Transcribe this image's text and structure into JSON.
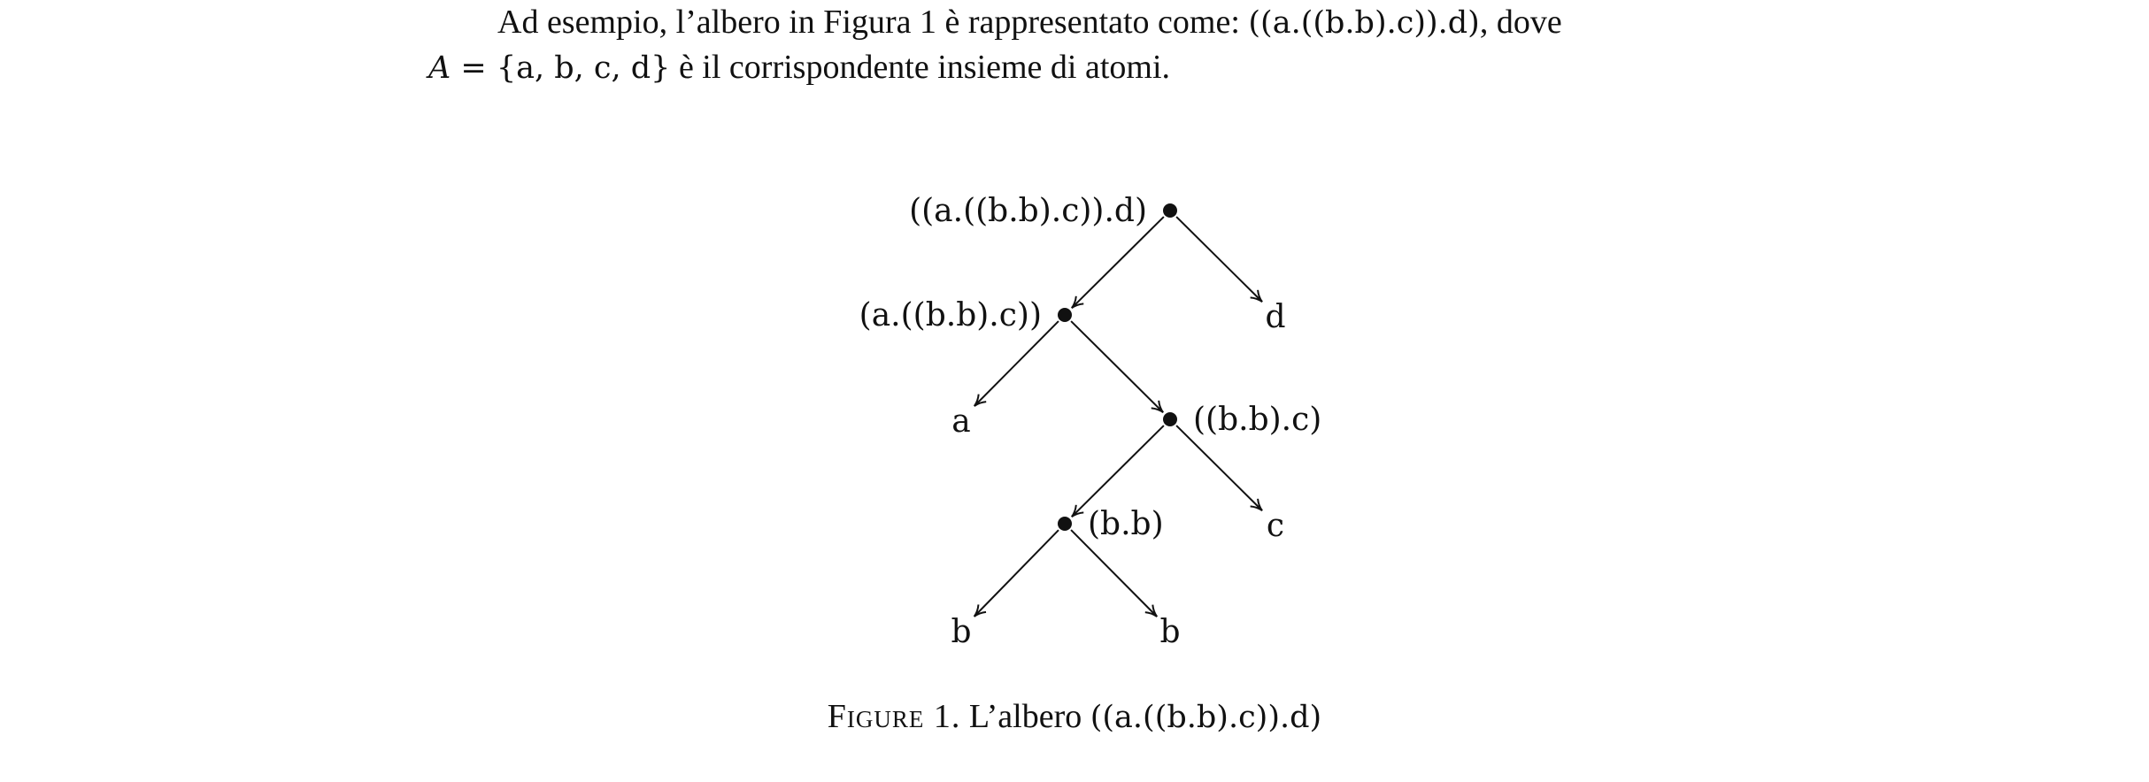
{
  "paragraph": {
    "line1_text": "Ad esempio, l’albero in Figura 1 è rappresentato come: ",
    "line1_math": "((a.((b.b).c)).d)",
    "line1_tail": ", dove",
    "line2_var": "A",
    "line2_eq": " = {a, b, c, d}",
    "line2_text": " è il corrispondente insieme di atomi."
  },
  "tree": {
    "nodes": [
      {
        "id": "root",
        "label": "((a.((b.b).c)).d)",
        "internal": true,
        "label_side": "left"
      },
      {
        "id": "n1",
        "label": "(a.((b.b).c))",
        "internal": true,
        "label_side": "left"
      },
      {
        "id": "d",
        "label": "d",
        "internal": false
      },
      {
        "id": "a",
        "label": "a",
        "internal": false
      },
      {
        "id": "n2",
        "label": "((b.b).c)",
        "internal": true,
        "label_side": "right"
      },
      {
        "id": "n3",
        "label": "(b.b)",
        "internal": true,
        "label_side": "right"
      },
      {
        "id": "c",
        "label": "c",
        "internal": false
      },
      {
        "id": "b1",
        "label": "b",
        "internal": false
      },
      {
        "id": "b2",
        "label": "b",
        "internal": false
      }
    ],
    "edges": [
      [
        "root",
        "n1"
      ],
      [
        "root",
        "d"
      ],
      [
        "n1",
        "a"
      ],
      [
        "n1",
        "n2"
      ],
      [
        "n2",
        "n3"
      ],
      [
        "n2",
        "c"
      ],
      [
        "n3",
        "b1"
      ],
      [
        "n3",
        "b2"
      ]
    ]
  },
  "caption": {
    "prefix": "Figure 1.",
    "text": " L’albero ",
    "math": "((a.((b.b).c)).d)"
  }
}
